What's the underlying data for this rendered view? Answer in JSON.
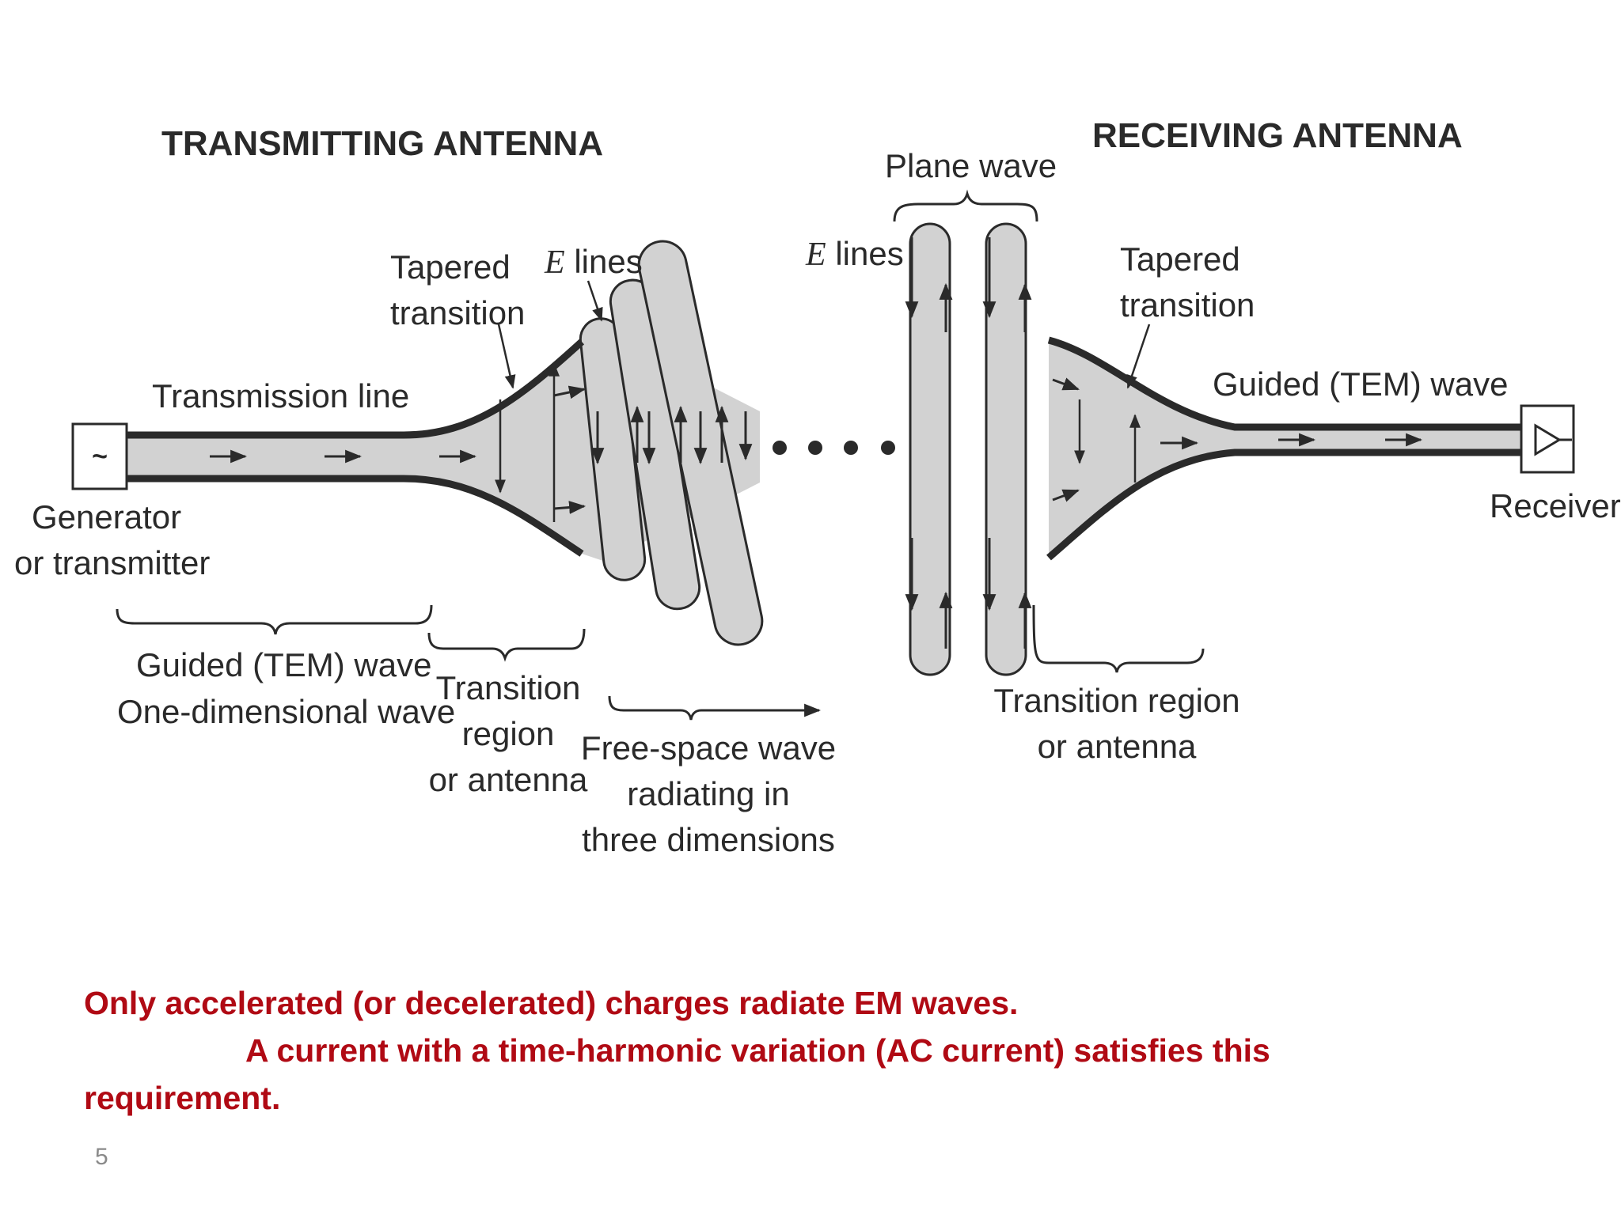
{
  "labels": {
    "transmitting_antenna": "TRANSMITTING ANTENNA",
    "receiving_antenna": "RECEIVING ANTENNA",
    "plane_wave": "Plane wave",
    "e_lines_letter": "E",
    "e_lines_word": " lines",
    "tapered_1": "Tapered",
    "tapered_2": "transition",
    "transmission_line": "Transmission line",
    "guided_tem_wave": "Guided (TEM) wave",
    "generator_1": "Generator",
    "generator_2": "or transmitter",
    "generator_symbol": "~",
    "receiver": "Receiver",
    "one_dimensional_wave": "One-dimensional wave",
    "transition_1": "Transition",
    "transition_2": "region",
    "transition_3": "or antenna",
    "free_space_1": "Free-space wave",
    "free_space_2": "radiating in",
    "free_space_3": "three dimensions",
    "rx_transition_1": "Transition region",
    "rx_transition_2": "or antenna"
  },
  "notes": {
    "line1": "Only accelerated (or decelerated) charges radiate EM waves.",
    "line2": "A current with a time-harmonic variation (AC current) satisfies this",
    "line3": "requirement."
  },
  "page_number": "5",
  "colors": {
    "note_text": "#b00a14",
    "fill": "#d2d2d2",
    "line": "#2a2a2a"
  }
}
